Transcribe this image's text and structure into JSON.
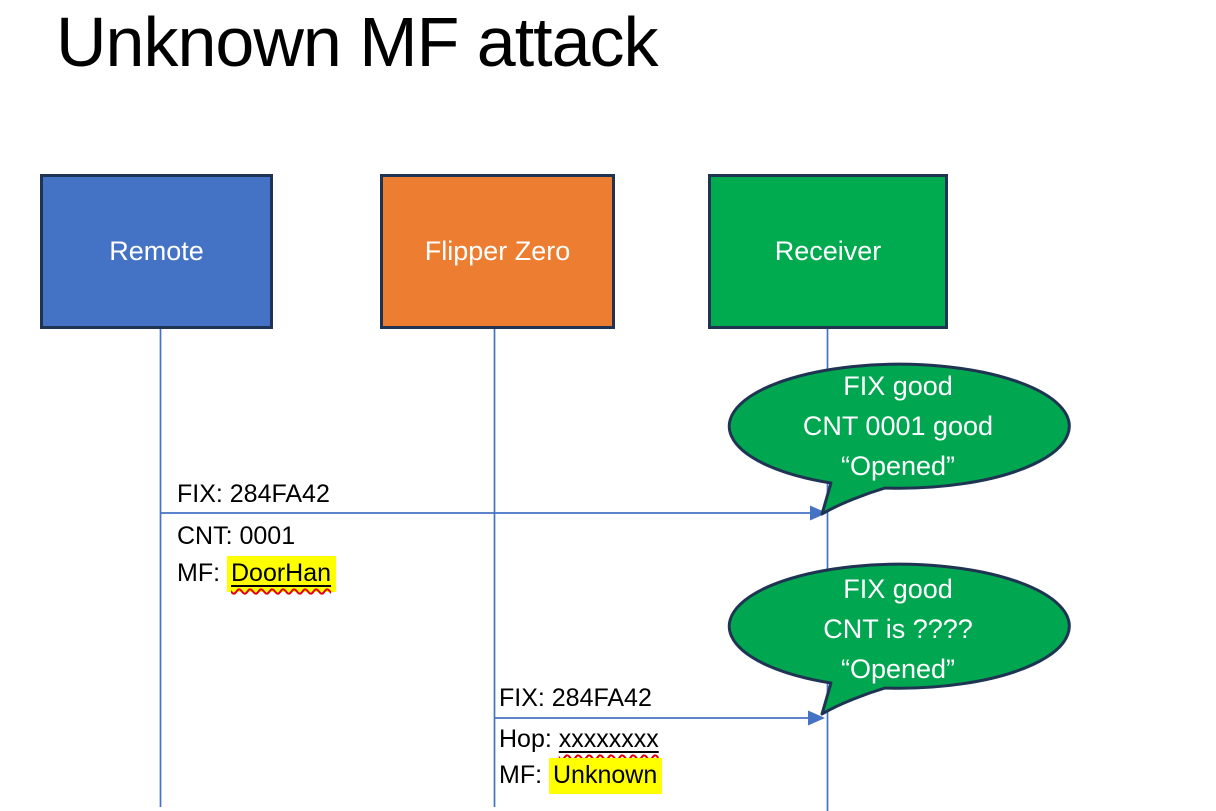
{
  "slide": {
    "title": "Unknown MF attack"
  },
  "actors": [
    {
      "label": "Remote",
      "fill": "#4472C4"
    },
    {
      "label": "Flipper Zero",
      "fill": "#ED7D31"
    },
    {
      "label": "Receiver",
      "fill": "#00AB50"
    }
  ],
  "messages": [
    {
      "from": "Remote",
      "to": "Receiver",
      "fix": "FIX: 284FA42",
      "cnt": "CNT: 0001",
      "mf_prefix": "MF: ",
      "mf_value": "DoorHan",
      "mf_value_style": "yellow-highlight underline red-squiggly"
    },
    {
      "from": "Flipper Zero",
      "to": "Receiver",
      "fix": "FIX: 284FA42",
      "hop_prefix": "Hop: ",
      "hop_value": "xxxxxxxx",
      "hop_value_style": "underline red-squiggly",
      "mf_prefix": "MF: ",
      "mf_value": "Unknown",
      "mf_value_style": "yellow-highlight"
    }
  ],
  "callouts": [
    {
      "line1": "FIX good",
      "line2": "CNT 0001 good",
      "line3": "“Opened”"
    },
    {
      "line1": "FIX good",
      "line2": "CNT is ????",
      "line3": "“Opened”"
    }
  ],
  "colors": {
    "actor_remote_fill": "#4472C4",
    "actor_flipper_fill": "#ED7D31",
    "actor_receiver_fill": "#00AB50",
    "callout_fill": "#00A650",
    "shape_border_navy": "#1F3352",
    "connector_blue": "#4472C4",
    "highlight_yellow": "#FFFF00",
    "squiggle_red": "#E50000",
    "text_black": "#000000",
    "text_white": "#FFFFFF"
  }
}
